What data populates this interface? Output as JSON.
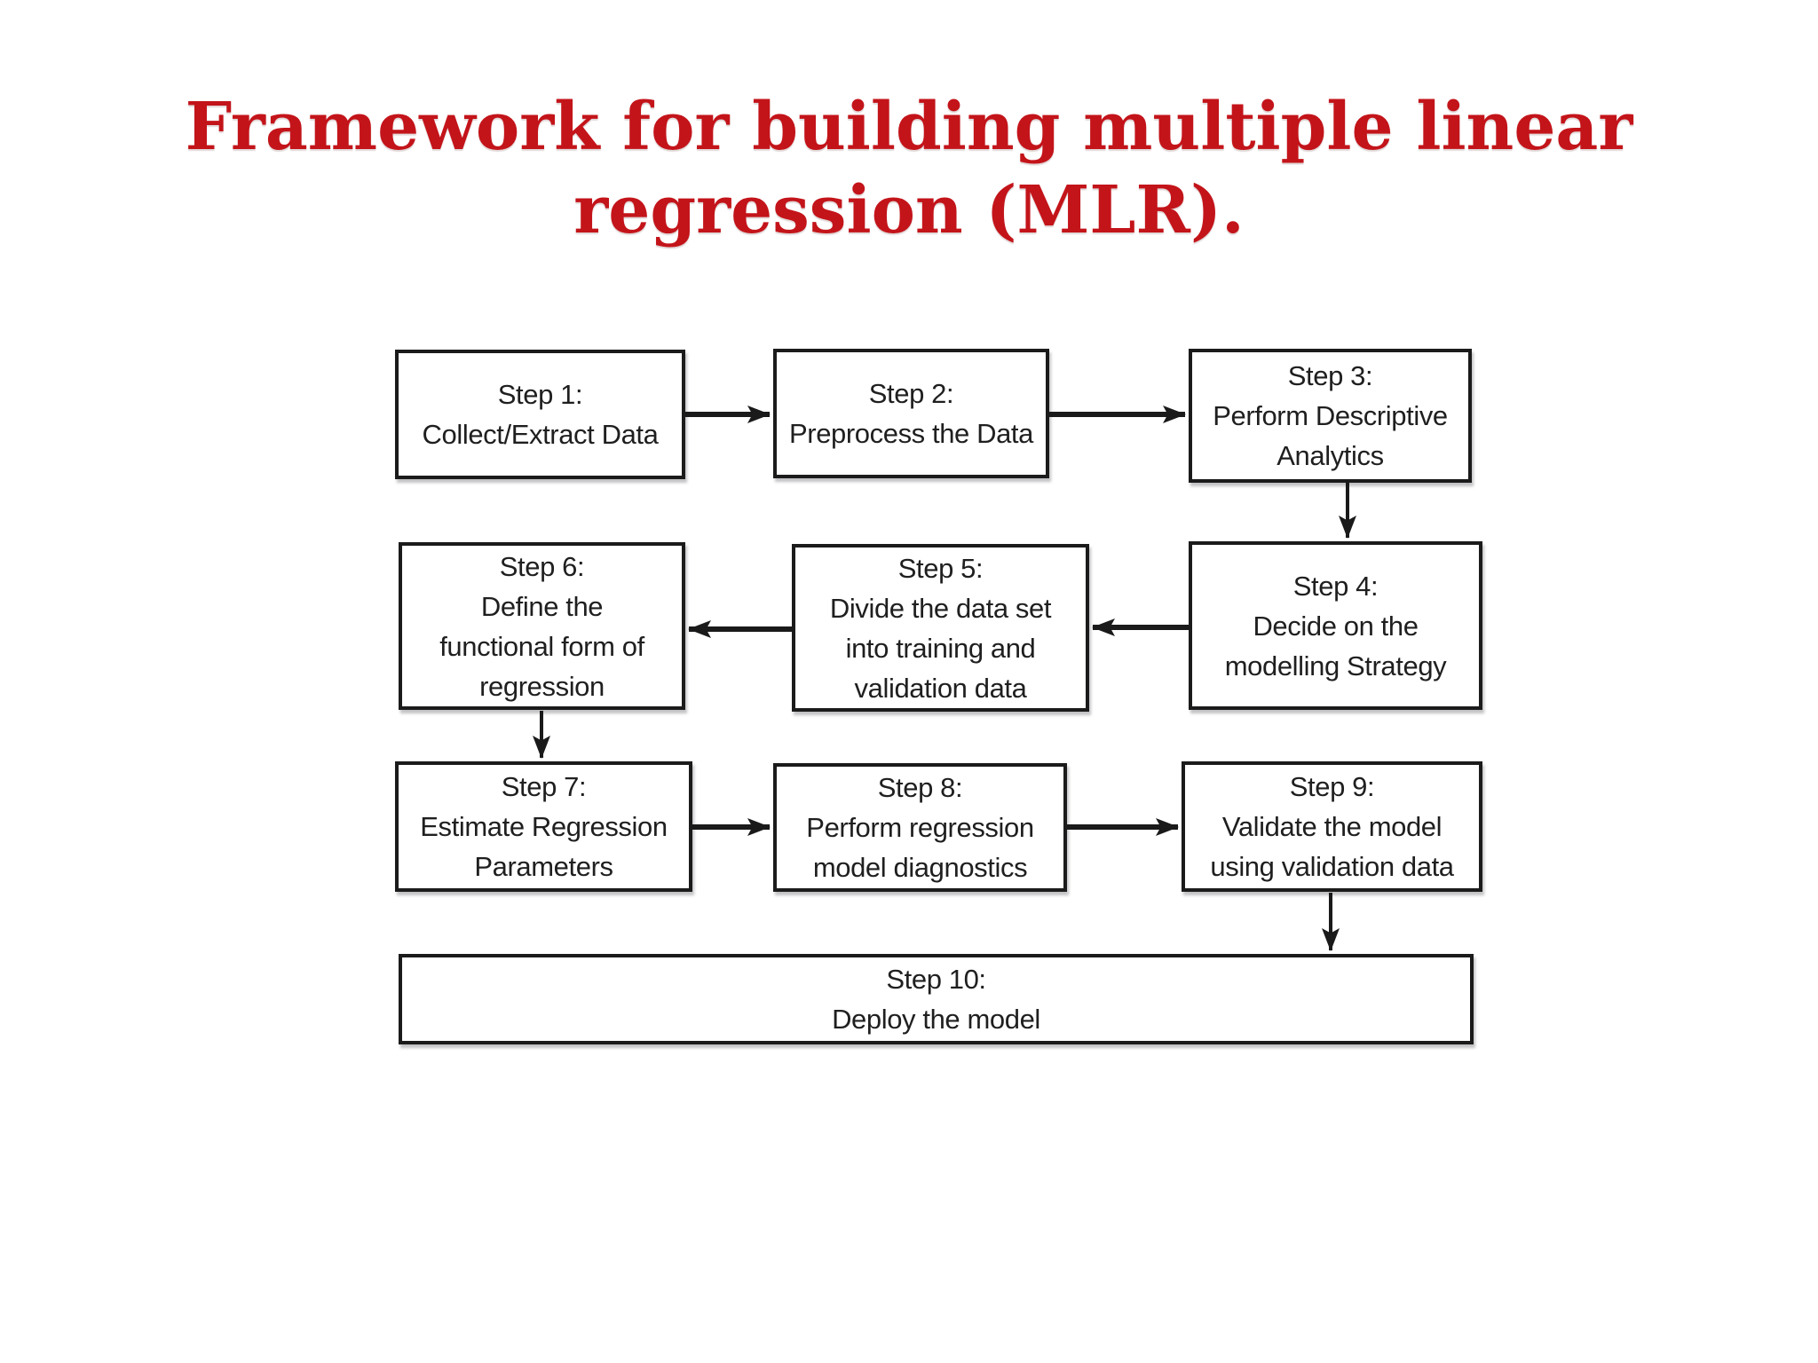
{
  "title": {
    "line1": "Framework for building multiple linear",
    "line2": "regression (MLR)."
  },
  "colors": {
    "title-red": "#c3141a",
    "box-border": "#1b1b1b",
    "text": "#1f1f1f",
    "arrow": "#1a1a1a",
    "bg": "#ffffff"
  },
  "flowchart": {
    "nodes": [
      {
        "id": "step-1",
        "lines": [
          "Step 1:",
          "Collect/Extract Data"
        ]
      },
      {
        "id": "step-2",
        "lines": [
          "Step 2:",
          "Preprocess the Data"
        ]
      },
      {
        "id": "step-3",
        "lines": [
          "Step 3:",
          "Perform Descriptive",
          "Analytics"
        ]
      },
      {
        "id": "step-4",
        "lines": [
          "Step 4:",
          "Decide on the",
          "modelling Strategy"
        ]
      },
      {
        "id": "step-5",
        "lines": [
          "Step 5:",
          "Divide the data set",
          "into training and",
          "validation data"
        ]
      },
      {
        "id": "step-6",
        "lines": [
          "Step 6:",
          "Define the",
          "functional form of",
          "regression"
        ]
      },
      {
        "id": "step-7",
        "lines": [
          "Step 7:",
          "Estimate Regression",
          "Parameters"
        ]
      },
      {
        "id": "step-8",
        "lines": [
          "Step 8:",
          "Perform regression",
          "model diagnostics"
        ]
      },
      {
        "id": "step-9",
        "lines": [
          "Step 9:",
          "Validate the model",
          "using validation data"
        ]
      },
      {
        "id": "step-10",
        "lines": [
          "Step 10:",
          "Deploy the model"
        ]
      }
    ],
    "edges": [
      {
        "from": "step-1",
        "to": "step-2"
      },
      {
        "from": "step-2",
        "to": "step-3"
      },
      {
        "from": "step-3",
        "to": "step-4"
      },
      {
        "from": "step-4",
        "to": "step-5"
      },
      {
        "from": "step-5",
        "to": "step-6"
      },
      {
        "from": "step-6",
        "to": "step-7"
      },
      {
        "from": "step-7",
        "to": "step-8"
      },
      {
        "from": "step-8",
        "to": "step-9"
      },
      {
        "from": "step-9",
        "to": "step-10"
      }
    ]
  }
}
